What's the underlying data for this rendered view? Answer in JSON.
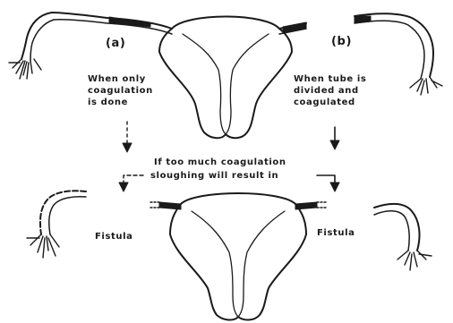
{
  "labels": {
    "panel_a": "(a)",
    "panel_b": "(b)",
    "note_a": "When only\ncoagulation\nis done",
    "note_b": "When tube is\ndivided and\ncoagulated",
    "center_line1": "If too much coagulation",
    "center_line2": "sloughing will result in",
    "fistula_left": "Fistula",
    "fistula_right": "Fistula"
  },
  "colors": {
    "ink": "#1a1a1a",
    "paper": "#ffffff"
  }
}
